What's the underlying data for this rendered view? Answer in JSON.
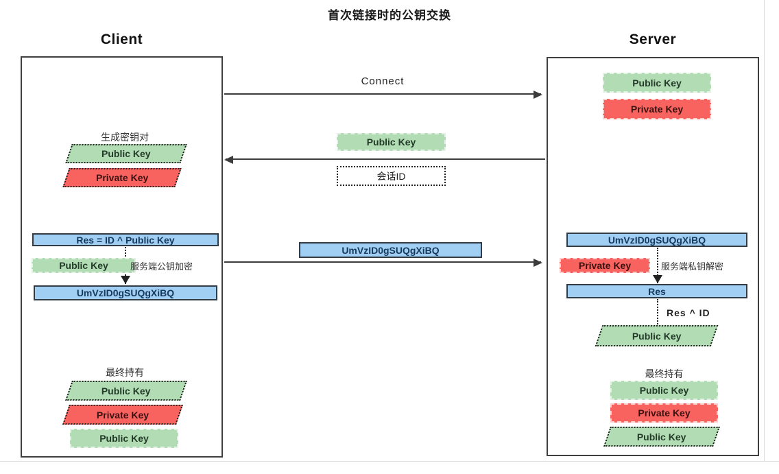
{
  "title": "首次链接时的公钥交换",
  "colors": {
    "green": "#b2dcb4",
    "green-border": "#e3f2e4",
    "red": "#f8625f",
    "red-border": "#fccfce",
    "blue": "#a0cff3",
    "line": "#3c3c3c"
  },
  "client": {
    "title": "Client",
    "generate_label": "生成密钥对",
    "gen_public_key": "Public Key",
    "gen_private_key": "Private Key",
    "res_formula": "Res = ID ^ Public Key",
    "server_public_key": "Public Key",
    "encrypt_note": "服务端公钥加密",
    "encrypted_result": "UmVzID0gSUQgXiBQ",
    "final_label": "最终持有",
    "final_key_1": "Public Key",
    "final_key_2": "Private Key",
    "final_key_3": "Public Key"
  },
  "server": {
    "title": "Server",
    "own_public_key": "Public Key",
    "own_private_key": "Private Key",
    "received_cipher": "UmVzID0gSUQgXiBQ",
    "private_key": "Private Key",
    "decrypt_note": "服务端私钥解密",
    "res_value": "Res",
    "xor_note": "Res ^ ID",
    "client_public_key": "Public Key",
    "final_label": "最终持有",
    "final_key_1": "Public Key",
    "final_key_2": "Private Key",
    "final_key_3": "Public Key"
  },
  "messages": {
    "connect": "Connect",
    "public_key": "Public Key",
    "session_id": "会话ID",
    "encrypted_res": "UmVzID0gSUQgXiBQ"
  }
}
